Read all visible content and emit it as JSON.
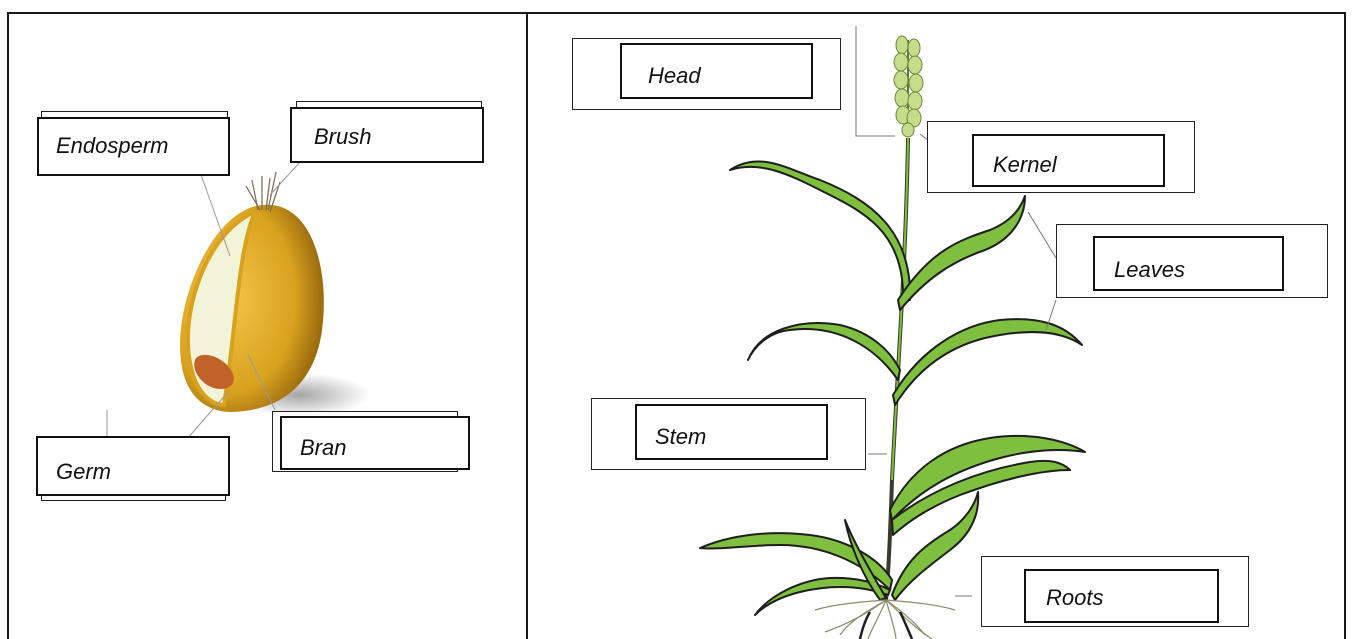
{
  "labels": {
    "endosperm": "Endosperm",
    "brush": "Brush",
    "germ": "Germ",
    "bran": "Bran",
    "head": "Head",
    "kernel": "Kernel",
    "leaves": "Leaves",
    "stem": "Stem",
    "roots": "Roots"
  },
  "colors": {
    "leaf": "#7fbf3f",
    "leaf_dark": "#1e1e1e",
    "kernel_shell": "#d9a21e",
    "kernel_shell_dark": "#8a5a0a",
    "endosperm_fill": "#f2f4d8",
    "germ_fill": "#c0622a",
    "head_fill": "#c7dc8a"
  }
}
